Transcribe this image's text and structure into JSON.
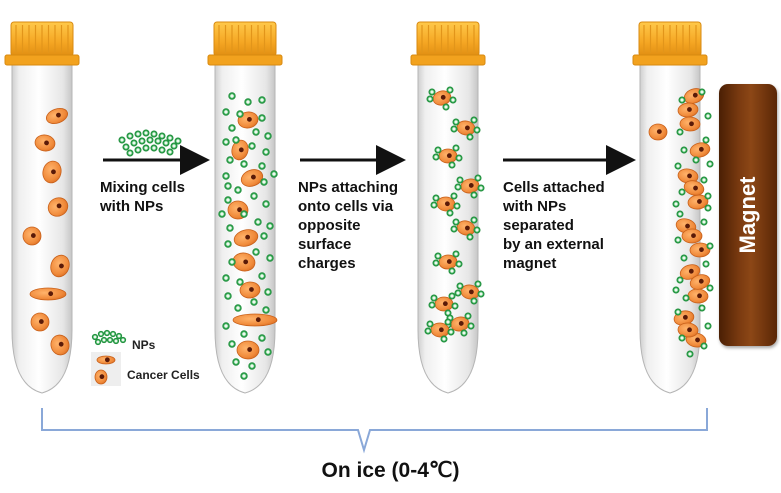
{
  "steps": [
    {
      "label_lines": [
        "Mixing cells",
        "with NPs"
      ]
    },
    {
      "label_lines": [
        "NPs attaching",
        "onto cells via",
        "opposite",
        "surface",
        "charges"
      ]
    },
    {
      "label_lines": [
        "Cells attached",
        "with NPs",
        "separated",
        "by an external",
        "magnet"
      ]
    }
  ],
  "legend": {
    "nps": "NPs",
    "cancer_cells": "Cancer Cells"
  },
  "magnet": {
    "label": "Magnet"
  },
  "bottom": {
    "label": "On ice (0-4℃)"
  },
  "colors": {
    "cap": "#f5a623",
    "cell": "#f08a3a",
    "nanoparticle": "#3cb35a",
    "magnet": "#6b2f0c",
    "bracket": "#8aa8d8"
  },
  "icons": [
    "test-tube-icon",
    "arrow-right-icon",
    "nanoparticle-cluster-icon",
    "magnet-icon"
  ]
}
